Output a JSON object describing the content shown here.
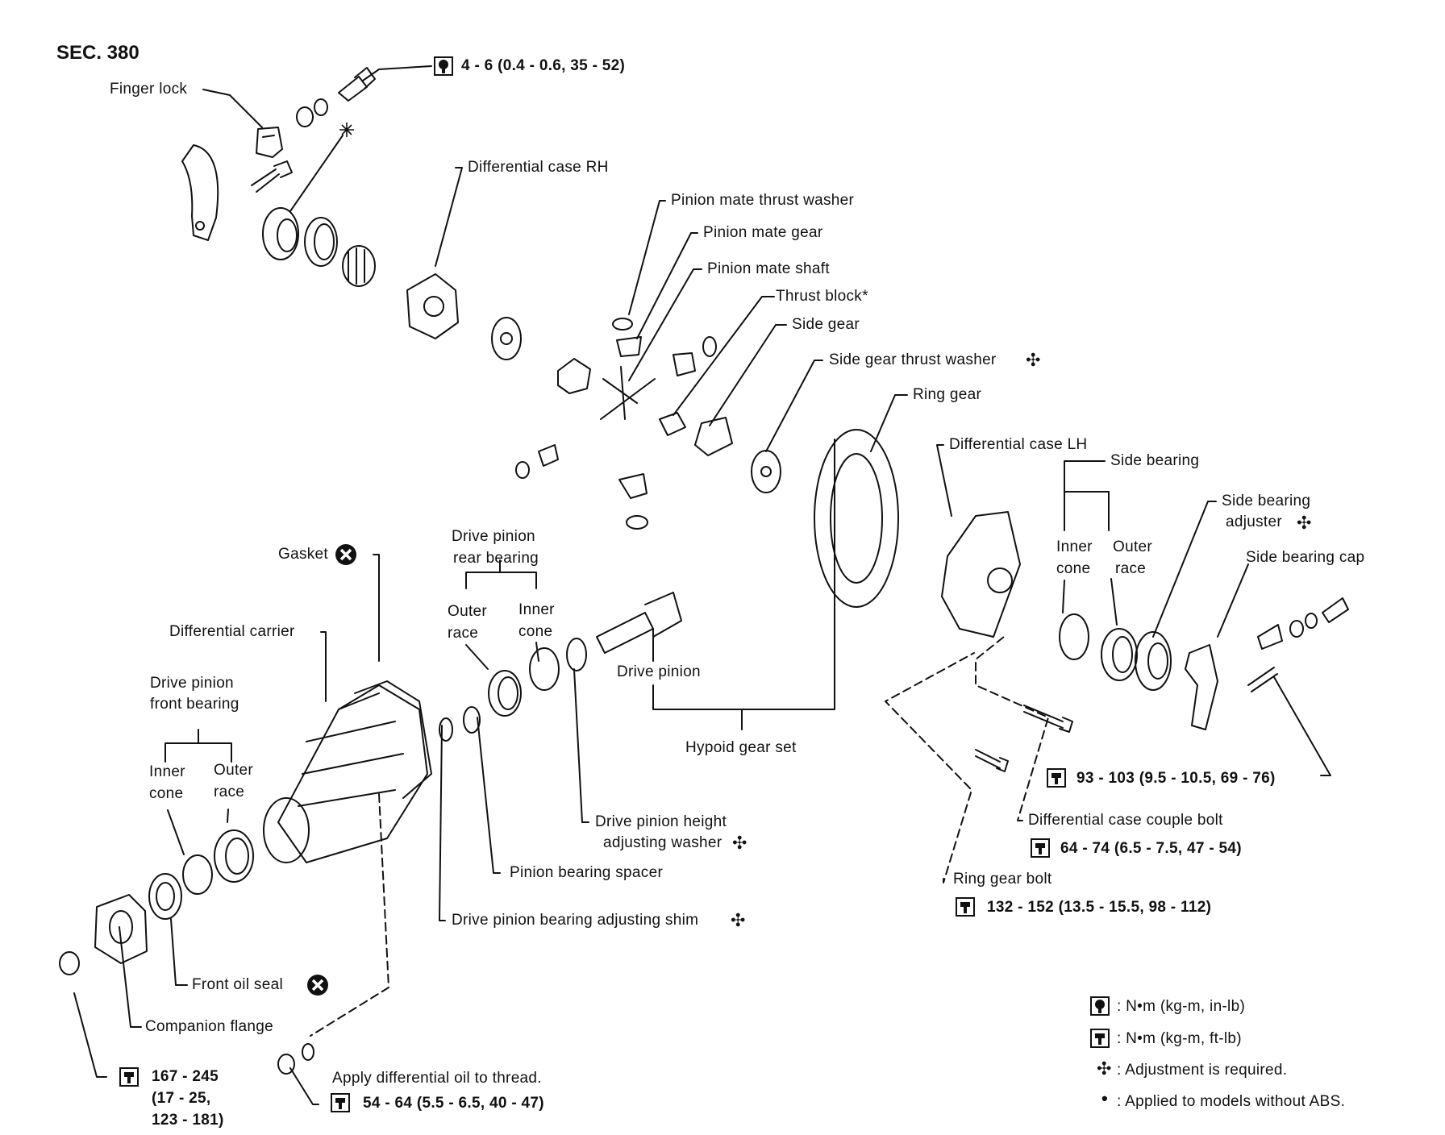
{
  "section": "SEC. 380",
  "labels": {
    "finger_lock": "Finger lock",
    "torque_top": "4 - 6 (0.4 - 0.6, 35 - 52)",
    "diff_case_rh": "Differential case RH",
    "pinion_mate_thrust_washer": "Pinion mate thrust washer",
    "pinion_mate_gear": "Pinion mate gear",
    "pinion_mate_shaft": "Pinion mate shaft",
    "thrust_block": "Thrust block*",
    "side_gear": "Side gear",
    "side_gear_thrust_washer": "Side gear thrust washer",
    "ring_gear": "Ring gear",
    "diff_case_lh": "Differential case LH",
    "side_bearing": "Side bearing",
    "inner": "Inner",
    "cone": "cone",
    "outer": "Outer",
    "race": "race",
    "side_bearing_adjuster_1": "Side bearing",
    "side_bearing_adjuster_2": "adjuster",
    "side_bearing_cap": "Side bearing cap",
    "gasket": "Gasket",
    "drive_pinion_rear_bearing_1": "Drive pinion",
    "drive_pinion_rear_bearing_2": "rear bearing",
    "differential_carrier": "Differential carrier",
    "drive_pinion": "Drive pinion",
    "drive_pinion_front_bearing_1": "Drive pinion",
    "drive_pinion_front_bearing_2": "front bearing",
    "hypoid_gear_set": "Hypoid gear set",
    "torque_case_cap": "93 - 103 (9.5 - 10.5, 69 - 76)",
    "drive_pinion_height_washer_1": "Drive pinion height",
    "drive_pinion_height_washer_2": "adjusting washer",
    "diff_case_couple_bolt": "Differential case couple bolt",
    "torque_couple_bolt": "64 - 74 (6.5 - 7.5, 47 - 54)",
    "pinion_bearing_spacer": "Pinion bearing spacer",
    "ring_gear_bolt": "Ring gear bolt",
    "torque_ring_gear_bolt": "132 - 152 (13.5 - 15.5, 98 - 112)",
    "drive_pinion_bearing_shim": "Drive pinion bearing adjusting shim",
    "front_oil_seal": "Front oil seal",
    "companion_flange": "Companion flange",
    "torque_flange_1": "167 - 245",
    "torque_flange_2": "(17 - 25,",
    "torque_flange_3": "123 - 181)",
    "apply_oil": "Apply differential oil to thread.",
    "torque_nut": "54 - 64 (5.5 - 6.5, 40 - 47)"
  },
  "legend": {
    "inlb": ": N•m (kg-m, in-lb)",
    "ftlb": ": N•m (kg-m, ft-lb)",
    "adjust": ": Adjustment is required.",
    "abs": ": Applied to models without ABS."
  },
  "icons": {
    "torque_inlb": "torque-wrench-inlb-icon",
    "torque_ftlb": "torque-wrench-ftlb-icon",
    "adjust": "adjustment-star-icon",
    "replace": "replace-part-x-icon"
  }
}
